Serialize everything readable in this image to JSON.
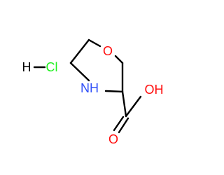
{
  "molecule": {
    "atoms": {
      "ring_oxygen": "O",
      "ring_nitrogen": "NH",
      "hydroxyl": "OH",
      "carbonyl_oxygen": "O",
      "salt_hydrogen": "H",
      "salt_chlorine": "Cl"
    }
  },
  "colors": {
    "oxygen": "#ff0d0d",
    "nitrogen": "#3050f8",
    "chlorine": "#1ff01f",
    "bond": "#000000",
    "hydrogen": "#000000"
  }
}
